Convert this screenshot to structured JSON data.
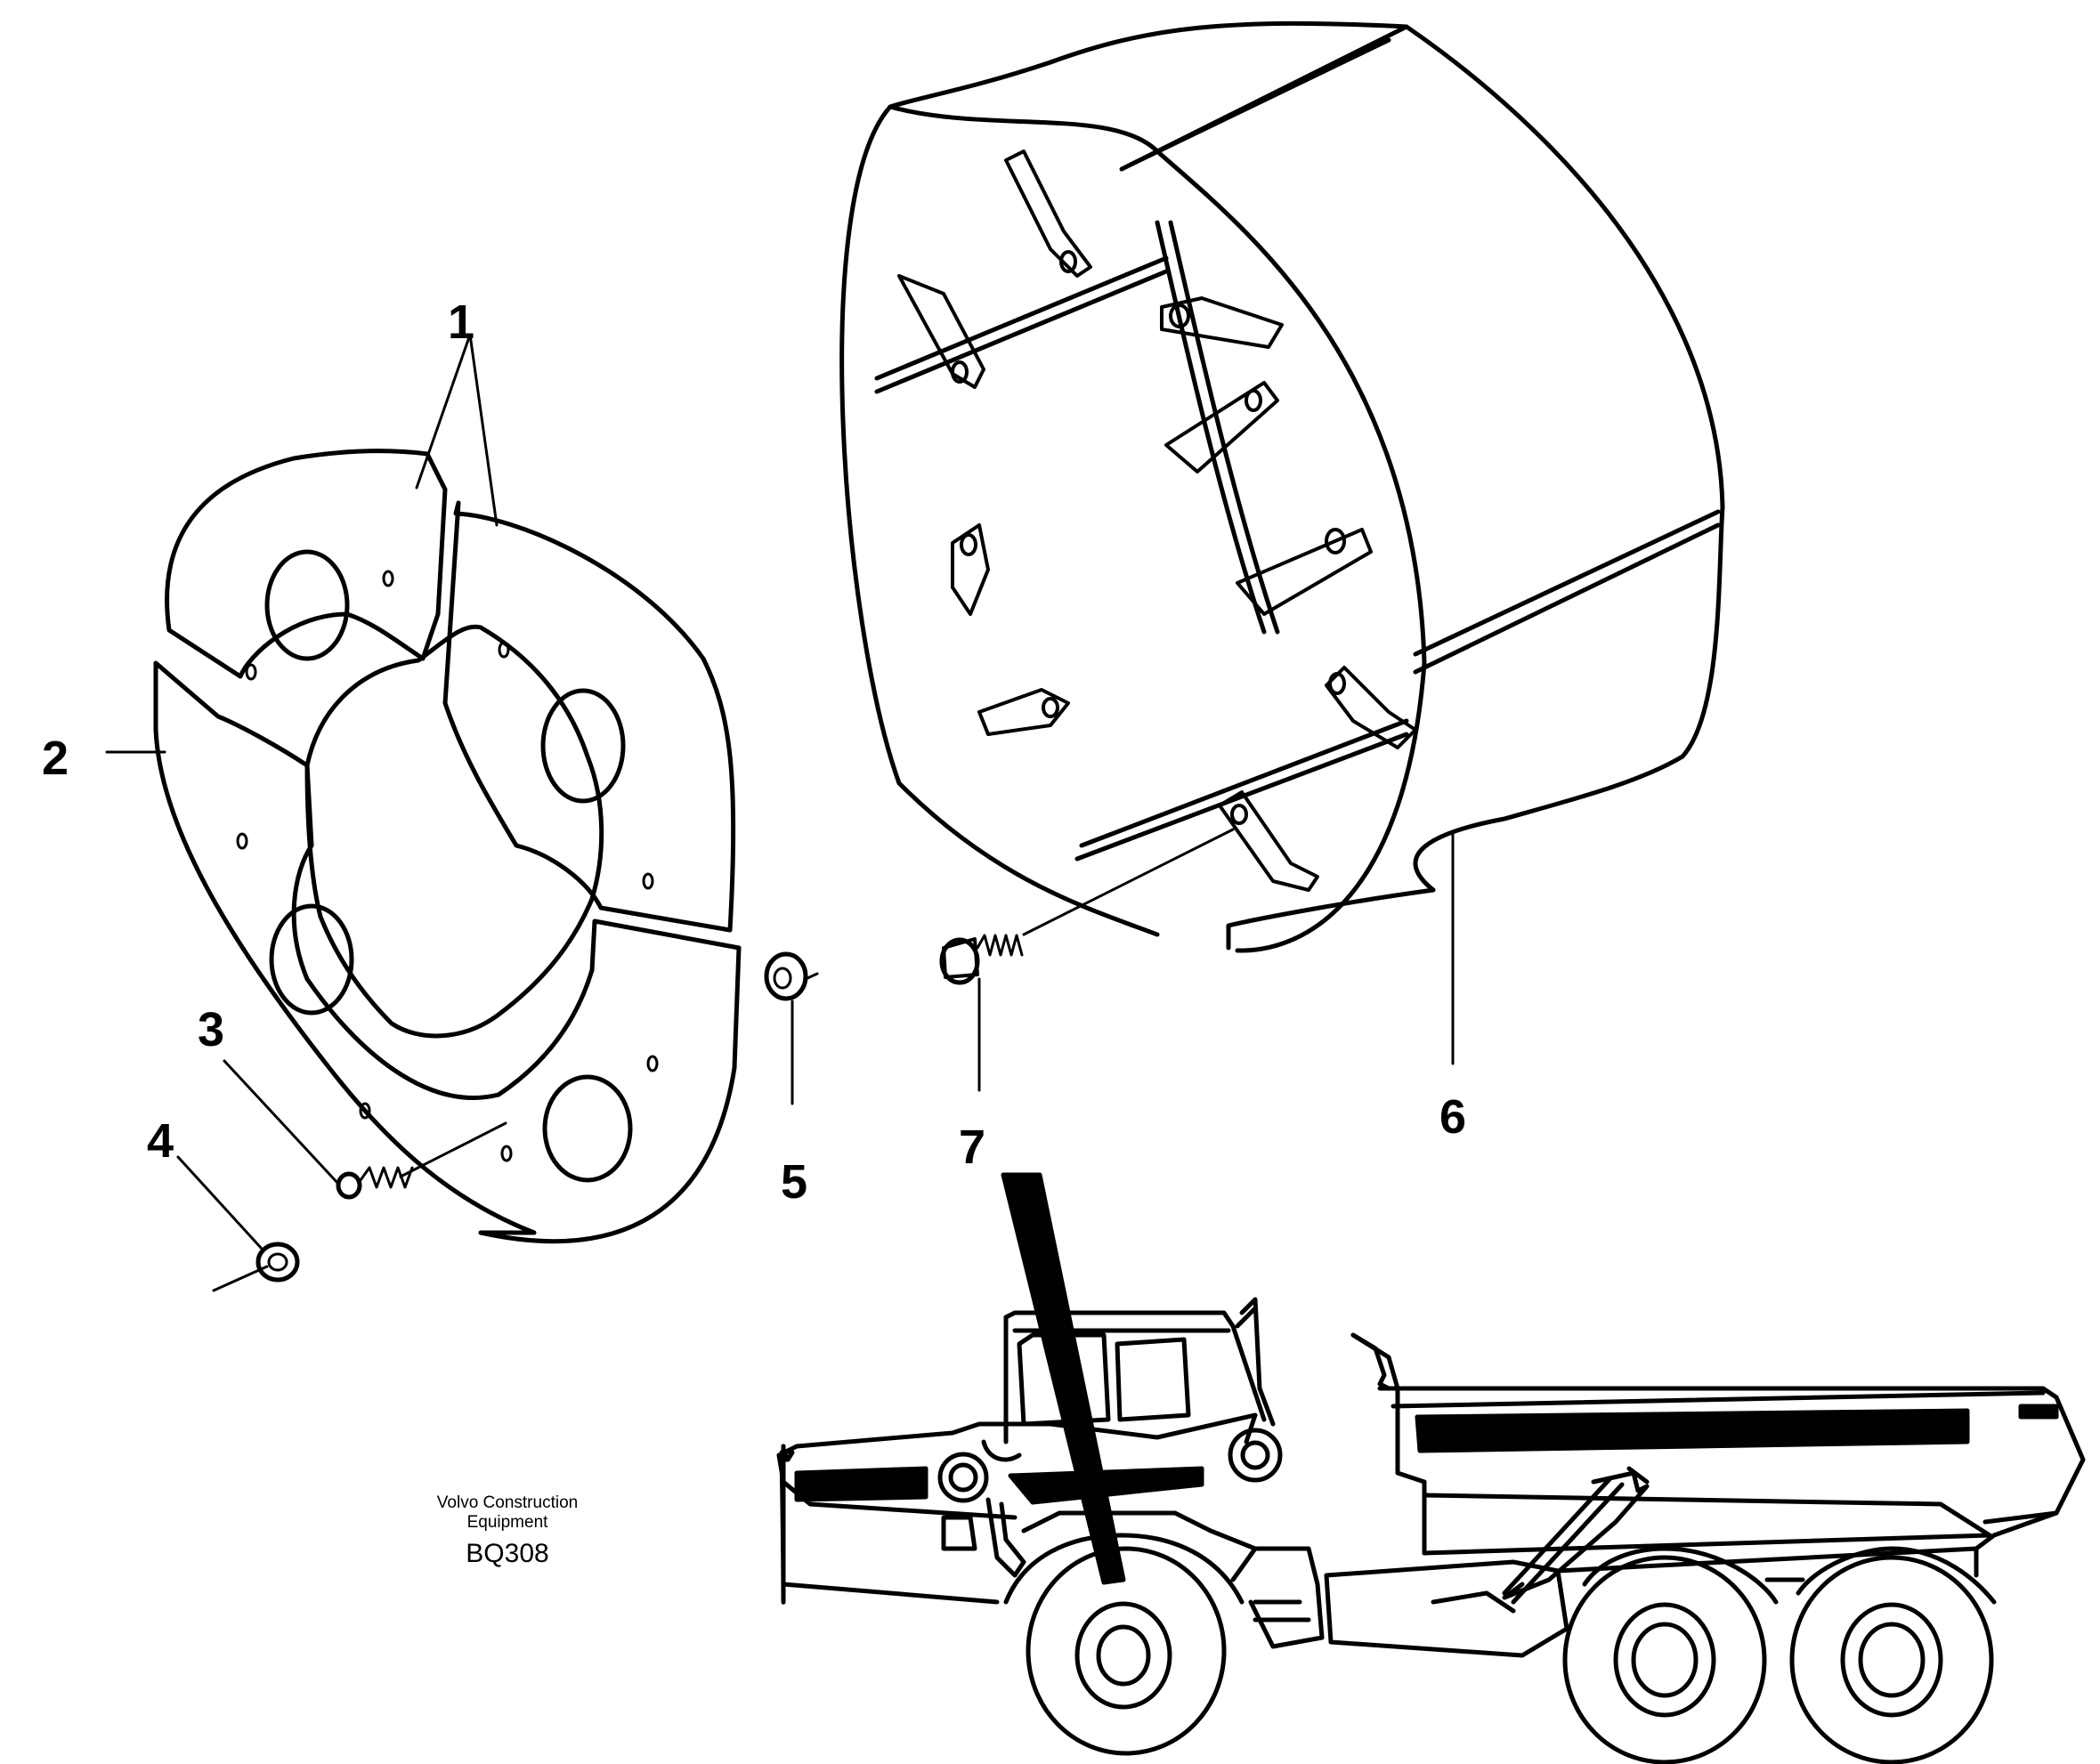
{
  "callouts": {
    "c1": "1",
    "c2": "2",
    "c3": "3",
    "c4": "4",
    "c5": "5",
    "c6": "6",
    "c7": "7"
  },
  "caption": {
    "manufacturer_line1": "Volvo Construction",
    "manufacturer_line2": "Equipment",
    "code": "BQ308"
  },
  "icons": {
    "plate": "segmented-brake-shield-plate",
    "drum": "cylindrical-drum-guard",
    "truck": "articulated-dump-truck"
  }
}
